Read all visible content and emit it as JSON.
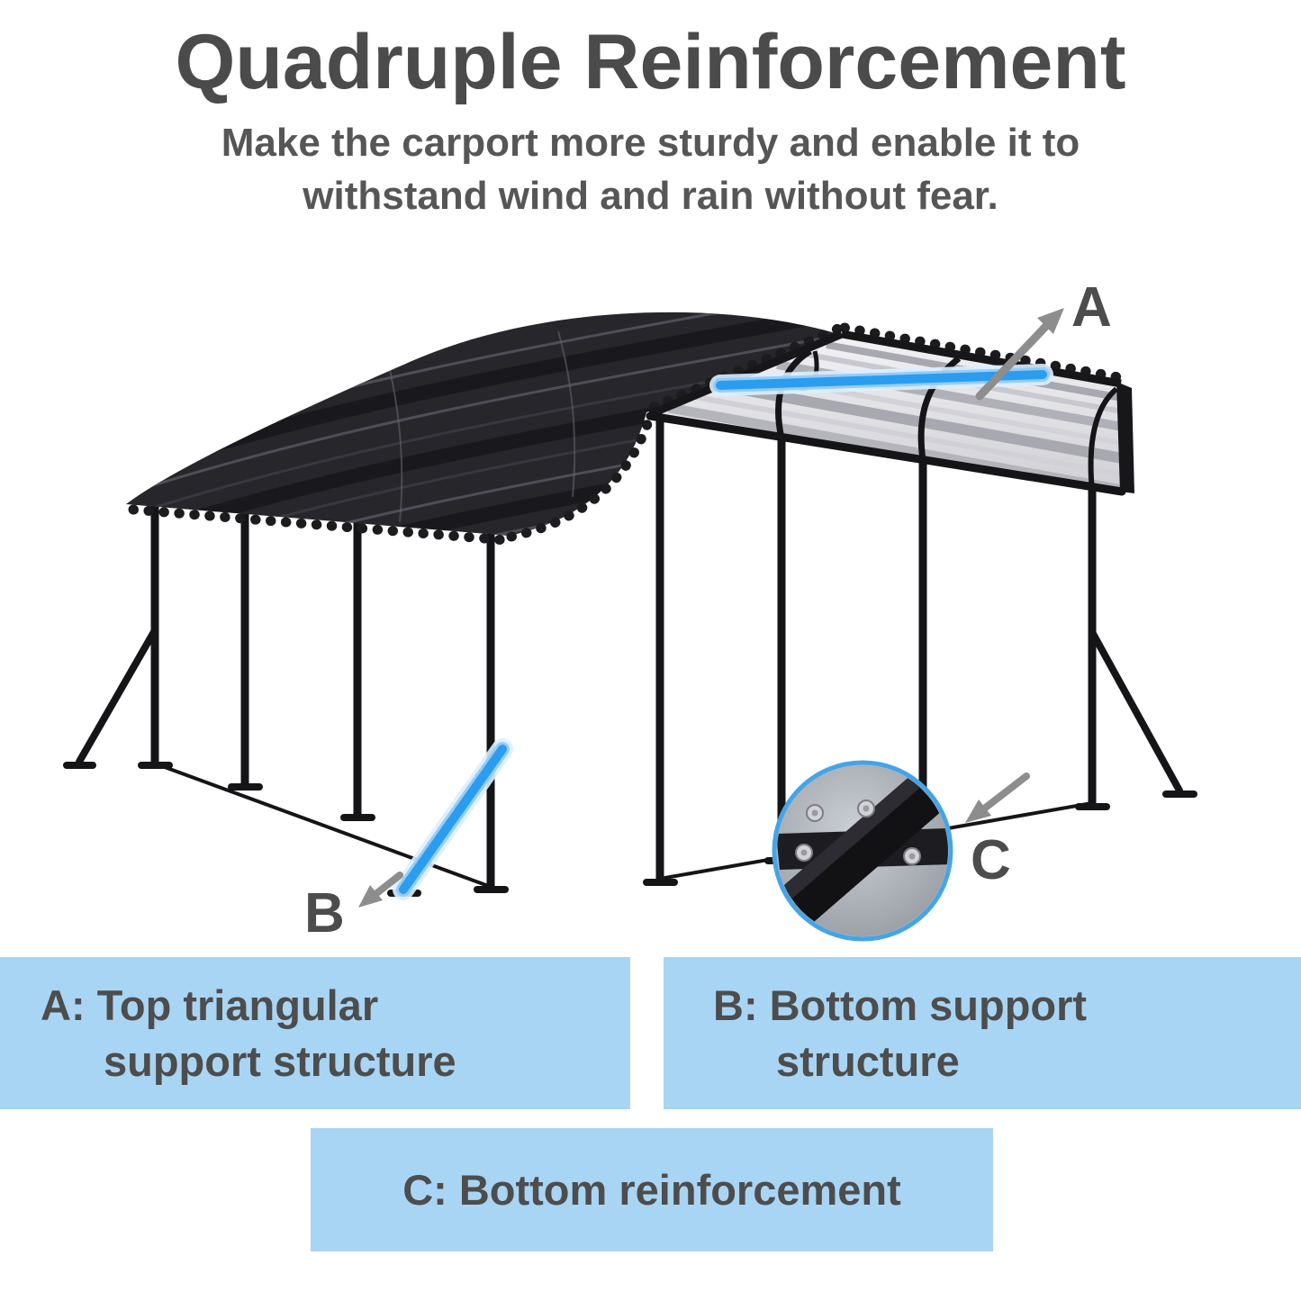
{
  "page": {
    "title": "Quadruple Reinforcement",
    "subtitle_line1": "Make the carport more sturdy and enable it to",
    "subtitle_line2": "withstand wind and rain without fear.",
    "colors": {
      "legend_box_blue": "#a9d5f4",
      "highlight_blue": "#2b9df0",
      "highlight_glow": "#dceeff",
      "text_gray": "#4d4d4d",
      "frame_black": "#151518",
      "roof_dark": "#26262b",
      "roof_panel_light": "#e9e9ec",
      "arrow_gray": "#8d8d8d",
      "inset_ring_blue": "#46a4e6"
    }
  },
  "diagram": {
    "labels": {
      "a": "A",
      "b": "B",
      "c": "C"
    }
  },
  "legend": {
    "box_a": {
      "line1": "A: Top triangular",
      "line2": "support structure"
    },
    "box_b": {
      "line1": "B: Bottom support",
      "line2": "structure"
    },
    "box_c": {
      "text": "C: Bottom reinforcement"
    }
  }
}
